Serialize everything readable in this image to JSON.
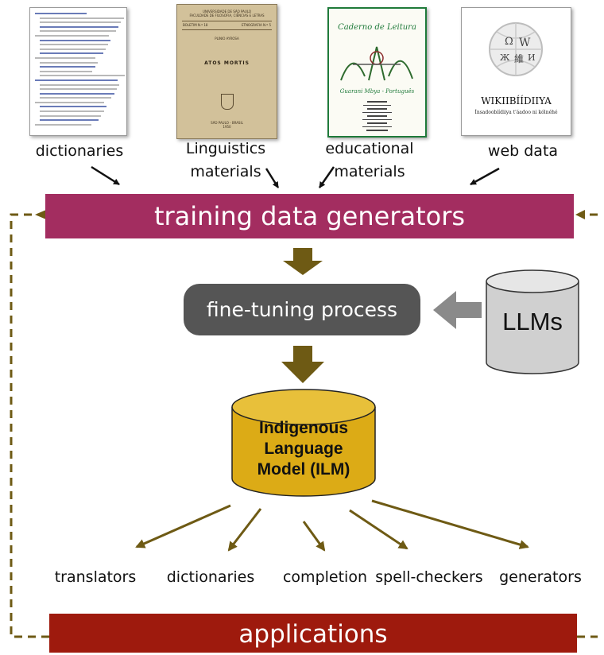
{
  "sources": [
    {
      "label": "dictionaries"
    },
    {
      "label": "Linguistics\nmaterials"
    },
    {
      "label": "educational\nmaterials"
    },
    {
      "label": "web data"
    }
  ],
  "training_generators": "training data generators",
  "fine_tuning": "fine-tuning process",
  "llms": "LLMs",
  "ilm": "Indigenous\nLanguage\nModel (ILM)",
  "applications_list": [
    "translators",
    "dictionaries",
    "completion",
    "spell-checkers",
    "generators"
  ],
  "applications_bar": "applications",
  "thumbnail_text": {
    "ling_header": "UNIVERSIDADE DE SÃO PAULO\nFACULDADE DE FILOSOFIA, CIÊNCIAS E LETRAS",
    "ling_left": "BOLETIM N.º 18",
    "ling_right": "ETNOGRAFIA N.º 5",
    "ling_author": "PLINIO AYROSA",
    "ling_title": "ATOS MORTIS",
    "ling_footer": "SÃO PAULO - BRASIL\n1950",
    "edu_title": "Caderno de Leitura",
    "edu_subtitle": "Guarani Mbya - Português",
    "wiki_title": "WIKIIBÍÍDIIYA",
    "wiki_tagline": "Ínsadoobíídiiya t'áadoo ni kólnéhé",
    "wiki_glyphs": [
      "Ω",
      "W",
      "Ж",
      "維",
      "И"
    ]
  },
  "colors": {
    "magenta_bar": "#a32d60",
    "red_bar": "#9e1a0d",
    "dark_box": "#555555",
    "olive_arrow": "#6e5a14",
    "gray_arrow": "#8a8a8a",
    "cylinder_gold": "#dcab16",
    "cylinder_gray": "#d0d0d0"
  }
}
